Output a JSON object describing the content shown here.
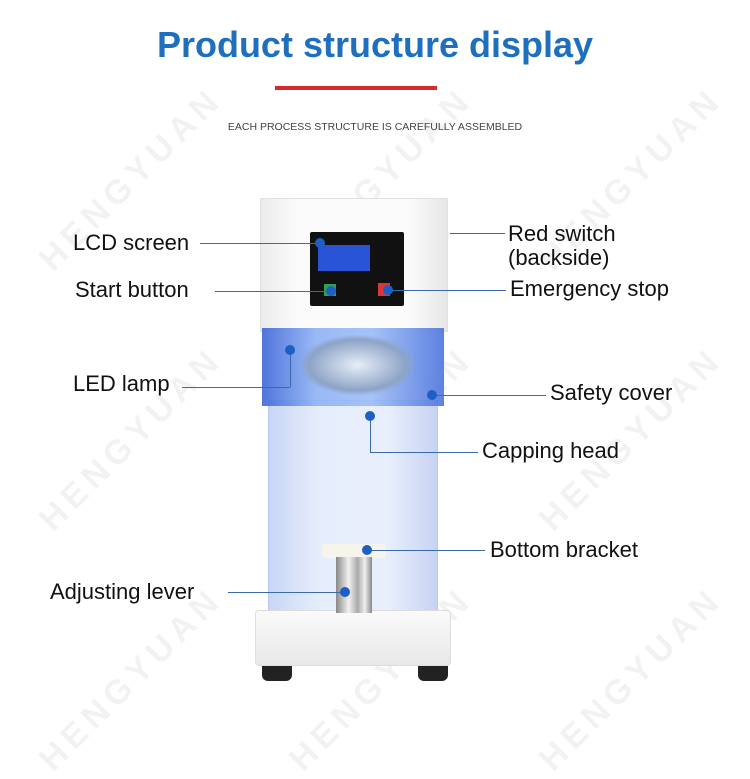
{
  "title": "Product structure display",
  "subtitle": "EACH PROCESS STRUCTURE IS CAREFULLY ASSEMBLED",
  "watermark": "HENGYUAN",
  "colors": {
    "title": "#1f6fbf",
    "accent_line": "#d42a2a",
    "leader": "#3a6ba8",
    "dot": "#1d5fc4"
  },
  "labels": {
    "lcd_screen": "LCD screen",
    "start_button": "Start button",
    "led_lamp": "LED lamp",
    "adjusting_lever": "Adjusting lever",
    "red_switch_1": "Red switch",
    "red_switch_2": "(backside)",
    "emergency_stop": "Emergency stop",
    "safety_cover": "Safety cover",
    "capping_head": "Capping head",
    "bottom_bracket": "Bottom bracket"
  }
}
